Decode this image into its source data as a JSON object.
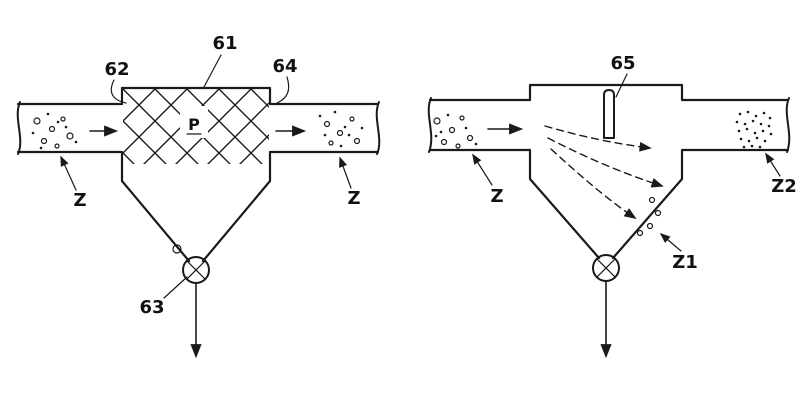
{
  "figure_left": {
    "ref61": "61",
    "ref62": "62",
    "ref63": "63",
    "ref64": "64",
    "filter_symbol": "P",
    "particles_in_label": "Z",
    "particles_out_label": "Z"
  },
  "figure_right": {
    "ref65": "65",
    "particles_in_label": "Z",
    "particles_deflected_label": "Z1",
    "particles_out_label": "Z2"
  },
  "colors": {
    "line": "#1a1a1a",
    "background": "#ffffff"
  }
}
